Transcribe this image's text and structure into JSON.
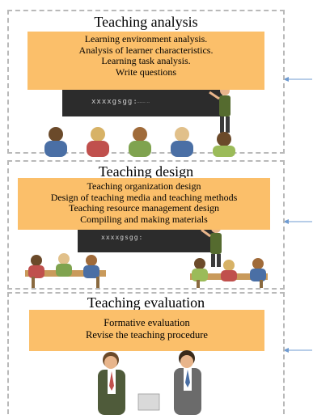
{
  "stages": [
    {
      "title": "Teaching analysis",
      "items": [
        "Learning environment analysis.",
        "Analysis of learner characteristics.",
        "Learning task analysis.",
        "Write questions"
      ],
      "board_text": "xxxxgsgg:"
    },
    {
      "title": "Teaching design",
      "items": [
        "Teaching organization design",
        "Design of teaching media and teaching methods",
        "Teaching resource management design",
        "Compiling and making materials"
      ],
      "board_text": "xxxxgsgg:"
    },
    {
      "title": "Teaching evaluation",
      "items": [
        "Formative evaluation",
        "Revise the teaching procedure"
      ]
    }
  ],
  "colors": {
    "box_fill": "#fbbf6a",
    "dashed_border": "#b9b9b9",
    "arrow": "#6f9bd1",
    "board": "#2c2c2c"
  }
}
